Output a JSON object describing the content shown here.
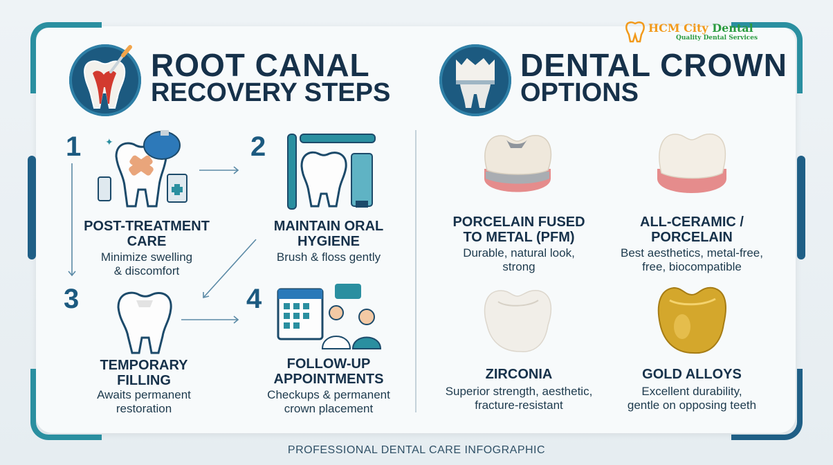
{
  "brand": {
    "name_part1": "HCM City",
    "name_part2": "Dental",
    "tagline": "Quality Dental Services"
  },
  "root_canal": {
    "title_line1": "ROOT CANAL",
    "title_line2": "RECOVERY STEPS",
    "icon": "tooth-root-canal-icon",
    "steps": [
      {
        "number": "1",
        "title_line1": "POST-TREATMENT",
        "title_line2": "CARE",
        "desc_line1": "Minimize swelling",
        "desc_line2": "& discomfort",
        "icon": "tooth-ice-pack-icon"
      },
      {
        "number": "2",
        "title_line1": "MAINTAIN ORAL",
        "title_line2": "HYGIENE",
        "desc_line1": "Brush & floss gently",
        "icon": "toothbrush-toothpaste-icon"
      },
      {
        "number": "3",
        "title_line1": "TEMPORARY",
        "title_line2": "FILLING",
        "desc_line1": "Awaits permanent",
        "desc_line2": "restoration",
        "icon": "tooth-filling-icon"
      },
      {
        "number": "4",
        "title_line1": "FOLLOW-UP",
        "title_line2": "APPOINTMENTS",
        "desc_line1": "Checkups & permanent",
        "desc_line2": "crown placement",
        "icon": "calendar-dentist-icon"
      }
    ]
  },
  "crowns": {
    "title_line1": "DENTAL CROWN",
    "title_line2": "OPTIONS",
    "icon": "crown-tooth-icon",
    "options": [
      {
        "title_line1": "PORCELAIN FUSED",
        "title_line2": "TO METAL (PFM)",
        "desc_line1": "Durable, natural look,",
        "desc_line2": "strong",
        "icon": "pfm-crown-icon"
      },
      {
        "title_line1": "ALL-CERAMIC /",
        "title_line2": "PORCELAIN",
        "desc_line1": "Best aesthetics, metal-free,",
        "desc_line2": "free, biocompatible",
        "icon": "ceramic-crown-icon"
      },
      {
        "title_line1": "ZIRCONIA",
        "desc_line1": "Superior strength, aesthetic,",
        "desc_line2": "fracture-resistant",
        "icon": "zirconia-crown-icon"
      },
      {
        "title_line1": "GOLD ALLOYS",
        "desc_line1": "Excellent durability,",
        "desc_line2": "gentle on opposing teeth",
        "icon": "gold-crown-icon"
      }
    ]
  },
  "footer": "PROFESSIONAL DENTAL CARE INFOGRAPHIC",
  "colors": {
    "navy": "#1c5a80",
    "teal": "#2a8fa0",
    "text": "#16314a",
    "gold": "#d4a72c",
    "gum": "#e58c8c"
  }
}
